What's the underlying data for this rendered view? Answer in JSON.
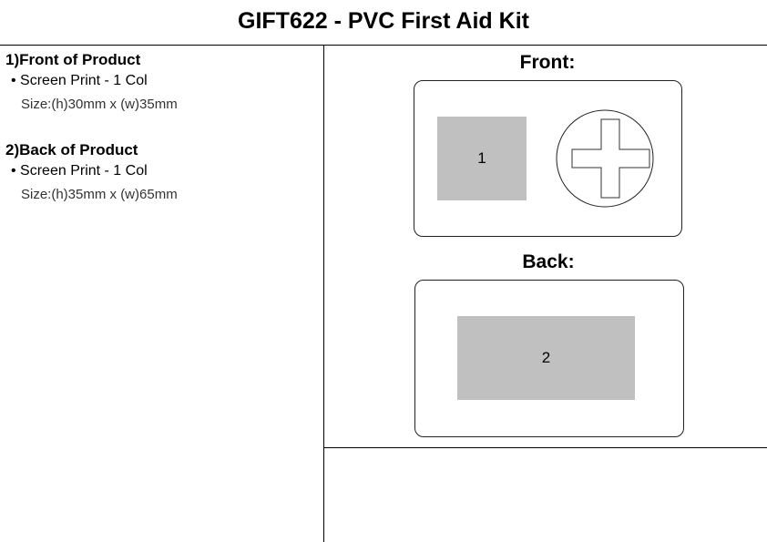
{
  "title": "GIFT622 - PVC First Aid Kit",
  "specs": [
    {
      "heading": "1)Front of Product",
      "method": "• Screen Print - 1 Col",
      "size": "Size:(h)30mm x (w)35mm"
    },
    {
      "heading": "2)Back of Product",
      "method": "• Screen Print - 1 Col",
      "size": "Size:(h)35mm x (w)65mm"
    }
  ],
  "views": {
    "front_label": "Front:",
    "back_label": "Back:",
    "area1": "1",
    "area2": "2"
  },
  "colors": {
    "print_area": "#c0c0c0"
  }
}
